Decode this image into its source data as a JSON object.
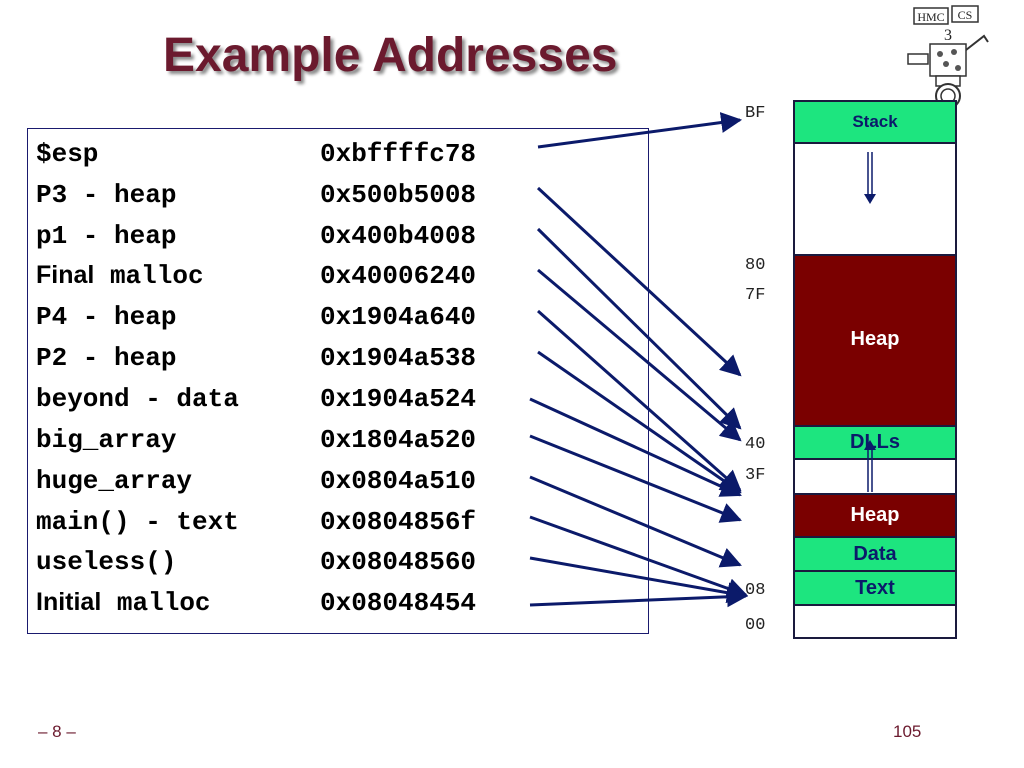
{
  "slide": {
    "title": "Example Addresses",
    "footer_left": "– 8 –",
    "footer_right": "105"
  },
  "logo": {
    "label_a": "HMC",
    "label_b": "CS"
  },
  "rows": [
    {
      "name": "$esp",
      "name_style": "mono",
      "address": "0xbffffc78"
    },
    {
      "name": "P3 - heap",
      "name_style": "mono",
      "address": "0x500b5008"
    },
    {
      "name": "p1 - heap",
      "name_style": "mono",
      "address": "0x400b4008"
    },
    {
      "name_prefix": "Final",
      "name_suffix": "malloc",
      "name_style": "mixed",
      "address": "0x40006240"
    },
    {
      "name": "P4 - heap",
      "name_style": "mono",
      "address": "0x1904a640"
    },
    {
      "name": "P2 - heap",
      "name_style": "mono",
      "address": "0x1904a538"
    },
    {
      "name": "beyond - data",
      "name_style": "mono",
      "address": "0x1904a524"
    },
    {
      "name": "big_array",
      "name_style": "mono",
      "address": "0x1804a520"
    },
    {
      "name": "huge_array",
      "name_style": "mono",
      "address": "0x0804a510"
    },
    {
      "name": "main() - text",
      "name_style": "mono",
      "address": "0x0804856f"
    },
    {
      "name": "useless()",
      "name_style": "mono",
      "address": "0x08048560"
    },
    {
      "name_prefix": "Initial",
      "name_suffix": "malloc",
      "name_style": "mixed",
      "address": "0x08048454"
    }
  ],
  "address_labels": [
    "BF",
    "80",
    "7F",
    "40",
    "3F",
    "08",
    "00"
  ],
  "memory_segments": [
    {
      "label": "Stack",
      "color": "#1de57f"
    },
    {
      "label": "",
      "color": "#ffffff"
    },
    {
      "label": "Heap",
      "color": "#7a0000"
    },
    {
      "label": "DLLs",
      "color": "#1de57f"
    },
    {
      "label": "",
      "color": "#ffffff"
    },
    {
      "label": "Heap",
      "color": "#7a0000"
    },
    {
      "label": "Data",
      "color": "#1de57f"
    },
    {
      "label": "Text",
      "color": "#1de57f"
    },
    {
      "label": "",
      "color": "#ffffff"
    }
  ],
  "colors": {
    "title": "#6b1a2e",
    "arrow": "#0b1a6a",
    "segment_green": "#1de57f",
    "segment_maroon": "#7a0000"
  }
}
